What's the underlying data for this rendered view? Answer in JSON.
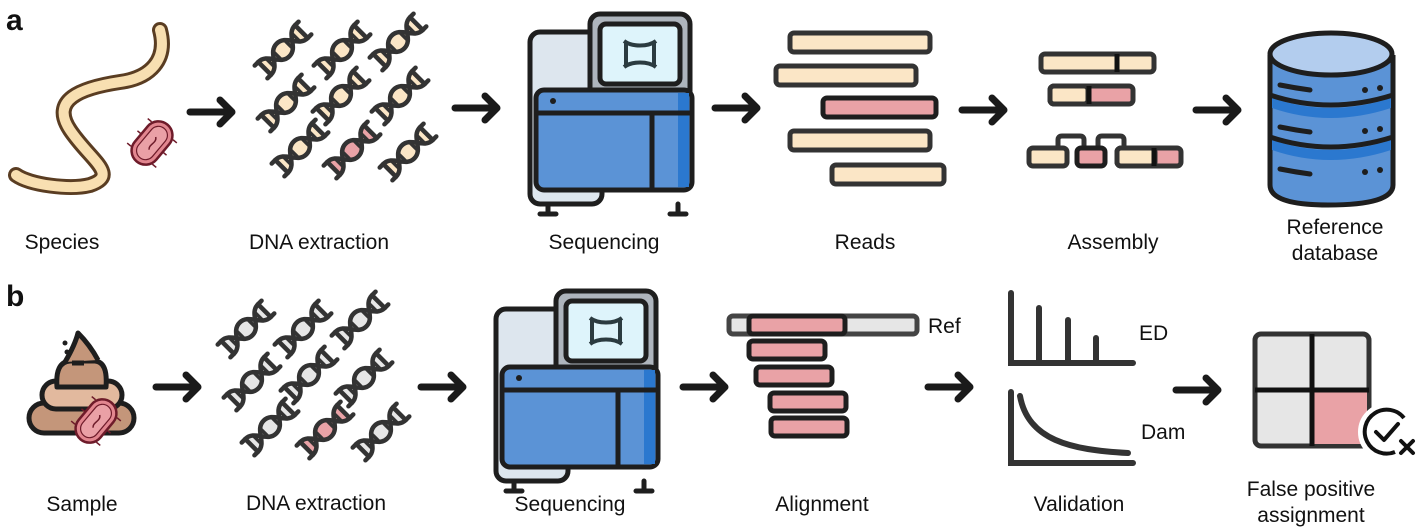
{
  "panels": [
    {
      "label": "a",
      "steps": [
        "Species",
        "DNA extraction",
        "Sequencing",
        "Reads",
        "Assembly",
        "Reference database"
      ],
      "reference_db_label_lines": [
        "Reference",
        "database"
      ]
    },
    {
      "label": "b",
      "steps": [
        "Sample",
        "DNA extraction",
        "Sequencing",
        "Alignment",
        "Validation",
        "False positive assignment"
      ],
      "false_positive_label_lines": [
        "False positive",
        "assignment"
      ],
      "alignment_ref_label": "Ref",
      "validation_labels": [
        "ED",
        "Dam"
      ]
    }
  ],
  "colors": {
    "outline": "#2b2b2b",
    "cream": "#fbe6c6",
    "pink": "#e9a2a6",
    "grey_dna": "#e6e6e6",
    "blue": "#5b93d6",
    "blue_dark": "#2b78cf",
    "blue_light": "#b3cdee",
    "screen": "#def4fb",
    "machine_grey": "#c8ccd2",
    "machine_light": "#dde6ee",
    "poop_dark": "#c4967a",
    "poop_light": "#e2b99e",
    "bacteria": "#e2868f",
    "bacteria_outline": "#6e1b2a",
    "worm": "#f8dfb1",
    "worm_outline": "#5a3d22"
  }
}
